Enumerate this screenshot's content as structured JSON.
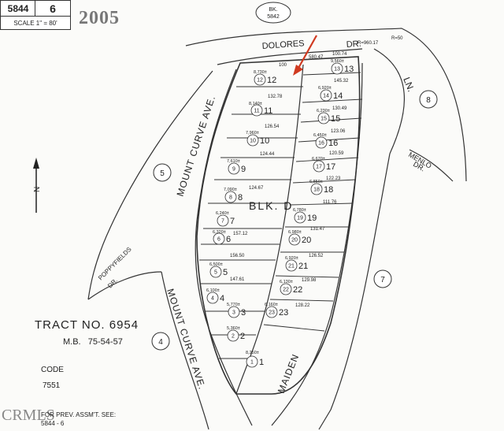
{
  "header": {
    "book": "5844",
    "page": "6",
    "scale": "SCALE 1\" = 80'",
    "year": "2005",
    "bk_ref_label": "BK.",
    "bk_ref_number": "5842"
  },
  "streets": {
    "dolores": "DOLORES",
    "dolores_dr": "DR.",
    "mount_curve_upper": "MOUNT CURVE AVE.",
    "mount_curve_lower": "MOUNT CURVE AVE.",
    "maiden": "MAIDEN",
    "ln": "LN.",
    "menlo": "MENLO",
    "menlo_dr": "DR.",
    "poppyfields": "POPPYFIELDS",
    "poppyfields_dr": "DR."
  },
  "block": "BLK. D",
  "adjacent": [
    "5",
    "4",
    "7",
    "8"
  ],
  "north": "N",
  "lots": [
    {
      "n": "13",
      "area": "9,560±"
    },
    {
      "n": "12",
      "area": "8,730±"
    },
    {
      "n": "14",
      "area": "6,920±"
    },
    {
      "n": "11",
      "area": "8,140±"
    },
    {
      "n": "15",
      "area": "6,230±"
    },
    {
      "n": "10",
      "area": "7,960±"
    },
    {
      "n": "16",
      "area": "6,450±"
    },
    {
      "n": "9",
      "area": "7,610±"
    },
    {
      "n": "17",
      "area": "6,670±"
    },
    {
      "n": "8",
      "area": "7,090±"
    },
    {
      "n": "18",
      "area": "6,850±"
    },
    {
      "n": "7",
      "area": "6,240±"
    },
    {
      "n": "19",
      "area": "6,780±"
    },
    {
      "n": "6",
      "area": "6,320±"
    },
    {
      "n": "20",
      "area": "6,980±"
    },
    {
      "n": "5",
      "area": "6,500±"
    },
    {
      "n": "21",
      "area": "6,920±"
    },
    {
      "n": "4",
      "area": "6,100±"
    },
    {
      "n": "22",
      "area": "6,130±"
    },
    {
      "n": "3",
      "area": "5,770±"
    },
    {
      "n": "23",
      "area": "6,160±"
    },
    {
      "n": "2",
      "area": "5,360±"
    },
    {
      "n": "1",
      "area": "8,250±"
    }
  ],
  "dims": [
    "100",
    "580.47",
    "100.74",
    "145.32",
    "132.78",
    "130.49",
    "126.54",
    "123.06",
    "124.44",
    "120.59",
    "124.67",
    "122.23",
    "111.76",
    "131.47",
    "157.12",
    "126.52",
    "156.50",
    "147.61",
    "129.98",
    "128.22",
    "R=960.17",
    "R=50"
  ],
  "tract": {
    "title": "TRACT NO. 6954",
    "mb": "M.B.   75-54-57"
  },
  "code": {
    "label": "CODE",
    "value": "7551"
  },
  "footer": {
    "watermark": "CRMLS",
    "note": "FOR PREV. ASSM'T. SEE:",
    "ref": "5844 - 6"
  }
}
